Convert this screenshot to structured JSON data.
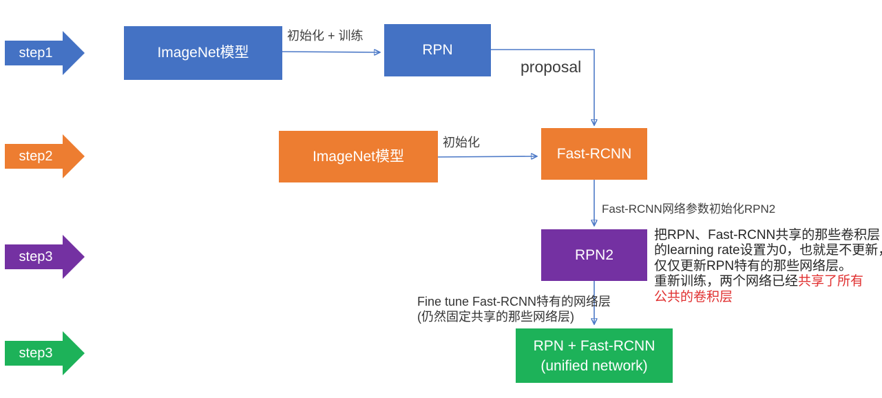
{
  "colors": {
    "step_blue": "#4472C4",
    "step_orange": "#ED7D31",
    "step_purple": "#7431A2",
    "step_green": "#1DB259",
    "connector_blue": "#4C79C7",
    "note_red": "#E03030",
    "label_gray": "#3F3F3F"
  },
  "steps": [
    {
      "label": "step1"
    },
    {
      "label": "step2"
    },
    {
      "label": "step3"
    },
    {
      "label": "step3"
    }
  ],
  "boxes": {
    "imagenet_top": {
      "label": "ImageNet模型"
    },
    "rpn": {
      "label": "RPN"
    },
    "imagenet_mid": {
      "label": "ImageNet模型"
    },
    "fast_rcnn": {
      "label": "Fast-RCNN"
    },
    "rpn2": {
      "label": "RPN2"
    },
    "unified": {
      "line1": "RPN + Fast-RCNN",
      "line2": "(unified network)"
    }
  },
  "edge_labels": {
    "init_train": "初始化 + 训练",
    "proposal": "proposal",
    "init": "初始化",
    "param_init": "Fast-RCNN网络参数初始化RPN2",
    "finetune_line1": "Fine tune Fast-RCNN特有的网络层",
    "finetune_line2": "(仍然固定共享的那些网络层)"
  },
  "note": {
    "line1": "把RPN、Fast-RCNN共享的那些卷积层",
    "line2": "的learning rate设置为0，也就是不更新，",
    "line3": "仅仅更新RPN特有的那些网络层。",
    "line4_black": "重新训练，两个网络已经",
    "line4_red": "共享了所有",
    "line5_red": "公共的卷积层"
  }
}
